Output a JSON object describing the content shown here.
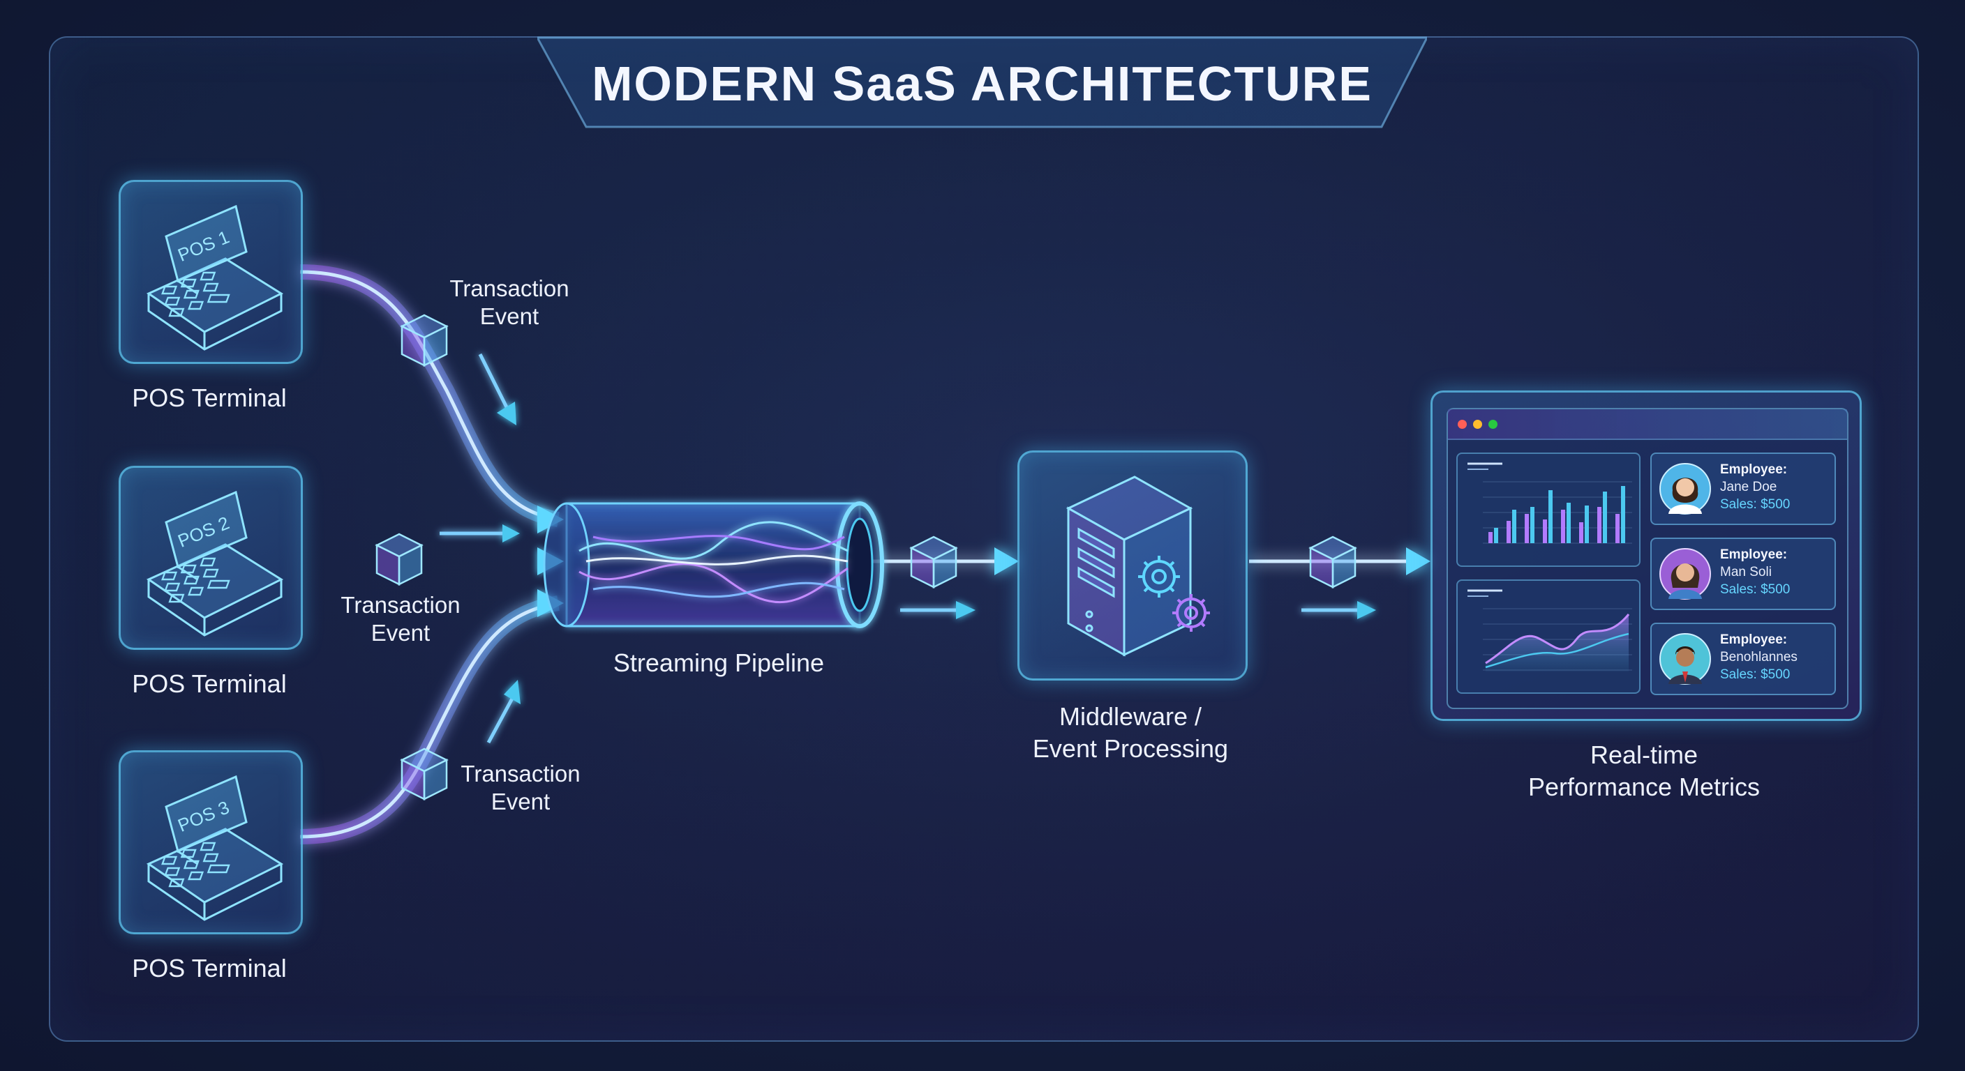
{
  "title": "MODERN SaaS ARCHITECTURE",
  "pos_terminals": [
    {
      "screen": "POS 1",
      "label": "POS Terminal"
    },
    {
      "screen": "POS 2",
      "label": "POS Terminal"
    },
    {
      "screen": "POS 3",
      "label": "POS Terminal"
    }
  ],
  "transaction_events": [
    {
      "line1": "Transaction",
      "line2": "Event"
    },
    {
      "line1": "Transaction",
      "line2": "Event"
    },
    {
      "line1": "Transaction",
      "line2": "Event"
    }
  ],
  "pipeline": {
    "label": "Streaming Pipeline"
  },
  "middleware": {
    "line1": "Middleware /",
    "line2": "Event Processing"
  },
  "metrics": {
    "line1": "Real-time",
    "line2": "Performance Metrics"
  },
  "dashboard": {
    "employees": [
      {
        "title": "Employee:",
        "name": "Jane Doe",
        "sales": "Sales: $500"
      },
      {
        "title": "Employee:",
        "name": "Man Soli",
        "sales": "Sales: $500"
      },
      {
        "title": "Employee:",
        "name": "Benohlannes",
        "sales": "Sales: $500"
      }
    ]
  },
  "colors": {
    "accent_cyan": "#4cc9f0",
    "accent_purple": "#9b5de5",
    "background": "#141f3d"
  }
}
